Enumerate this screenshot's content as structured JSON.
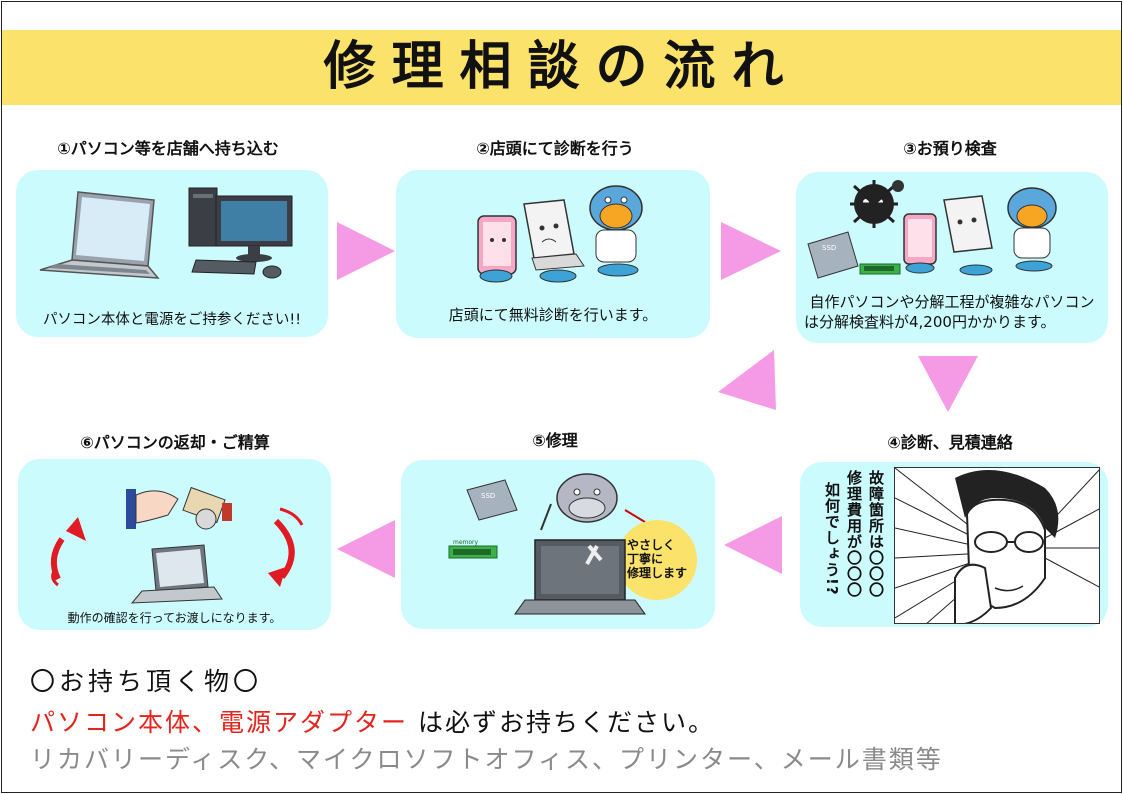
{
  "title": "修理相談の流れ",
  "steps": [
    {
      "title": "①パソコン等を店舗へ持ち込む",
      "caption": "パソコン本体と電源をご持参ください!!"
    },
    {
      "title": "②店頭にて診断を行う",
      "caption": "店頭にて無料診断を行います。"
    },
    {
      "title": "③お預り検査",
      "caption_line1": "自作パソコンや分解工程が複雑なパソコン",
      "caption_line2": "は分解検査料が4,200円かかります。"
    },
    {
      "title": "④診断、見積連絡",
      "speech_col1": "故障箇所は〇〇〇",
      "speech_col2": "修理費用が〇〇〇",
      "speech_col3": "如何でしょう!?"
    },
    {
      "title": "⑤修理",
      "bubble_line1": "やさしく",
      "bubble_line2": "丁寧に",
      "bubble_line3": "修理します"
    },
    {
      "title": "⑥パソコンの返却・ご精算",
      "caption": "動作の確認を行ってお渡しになります。"
    }
  ],
  "bring": {
    "heading": "〇お持ち頂く物〇",
    "required_red": "パソコン本体、電源アダプター",
    "required_rest": "は必ずお持ちください。",
    "optional": "リカバリーディスク、マイクロソフトオフィス、プリンター、メール書類等"
  },
  "ssd_label": "SSD",
  "memory_label": "memory",
  "colors": {
    "title_band": "#fbe26a",
    "card": "#ccfbfd",
    "arrow": "#f59be6",
    "red_text": "#e5241c",
    "gray_text": "#8a8a8a"
  }
}
